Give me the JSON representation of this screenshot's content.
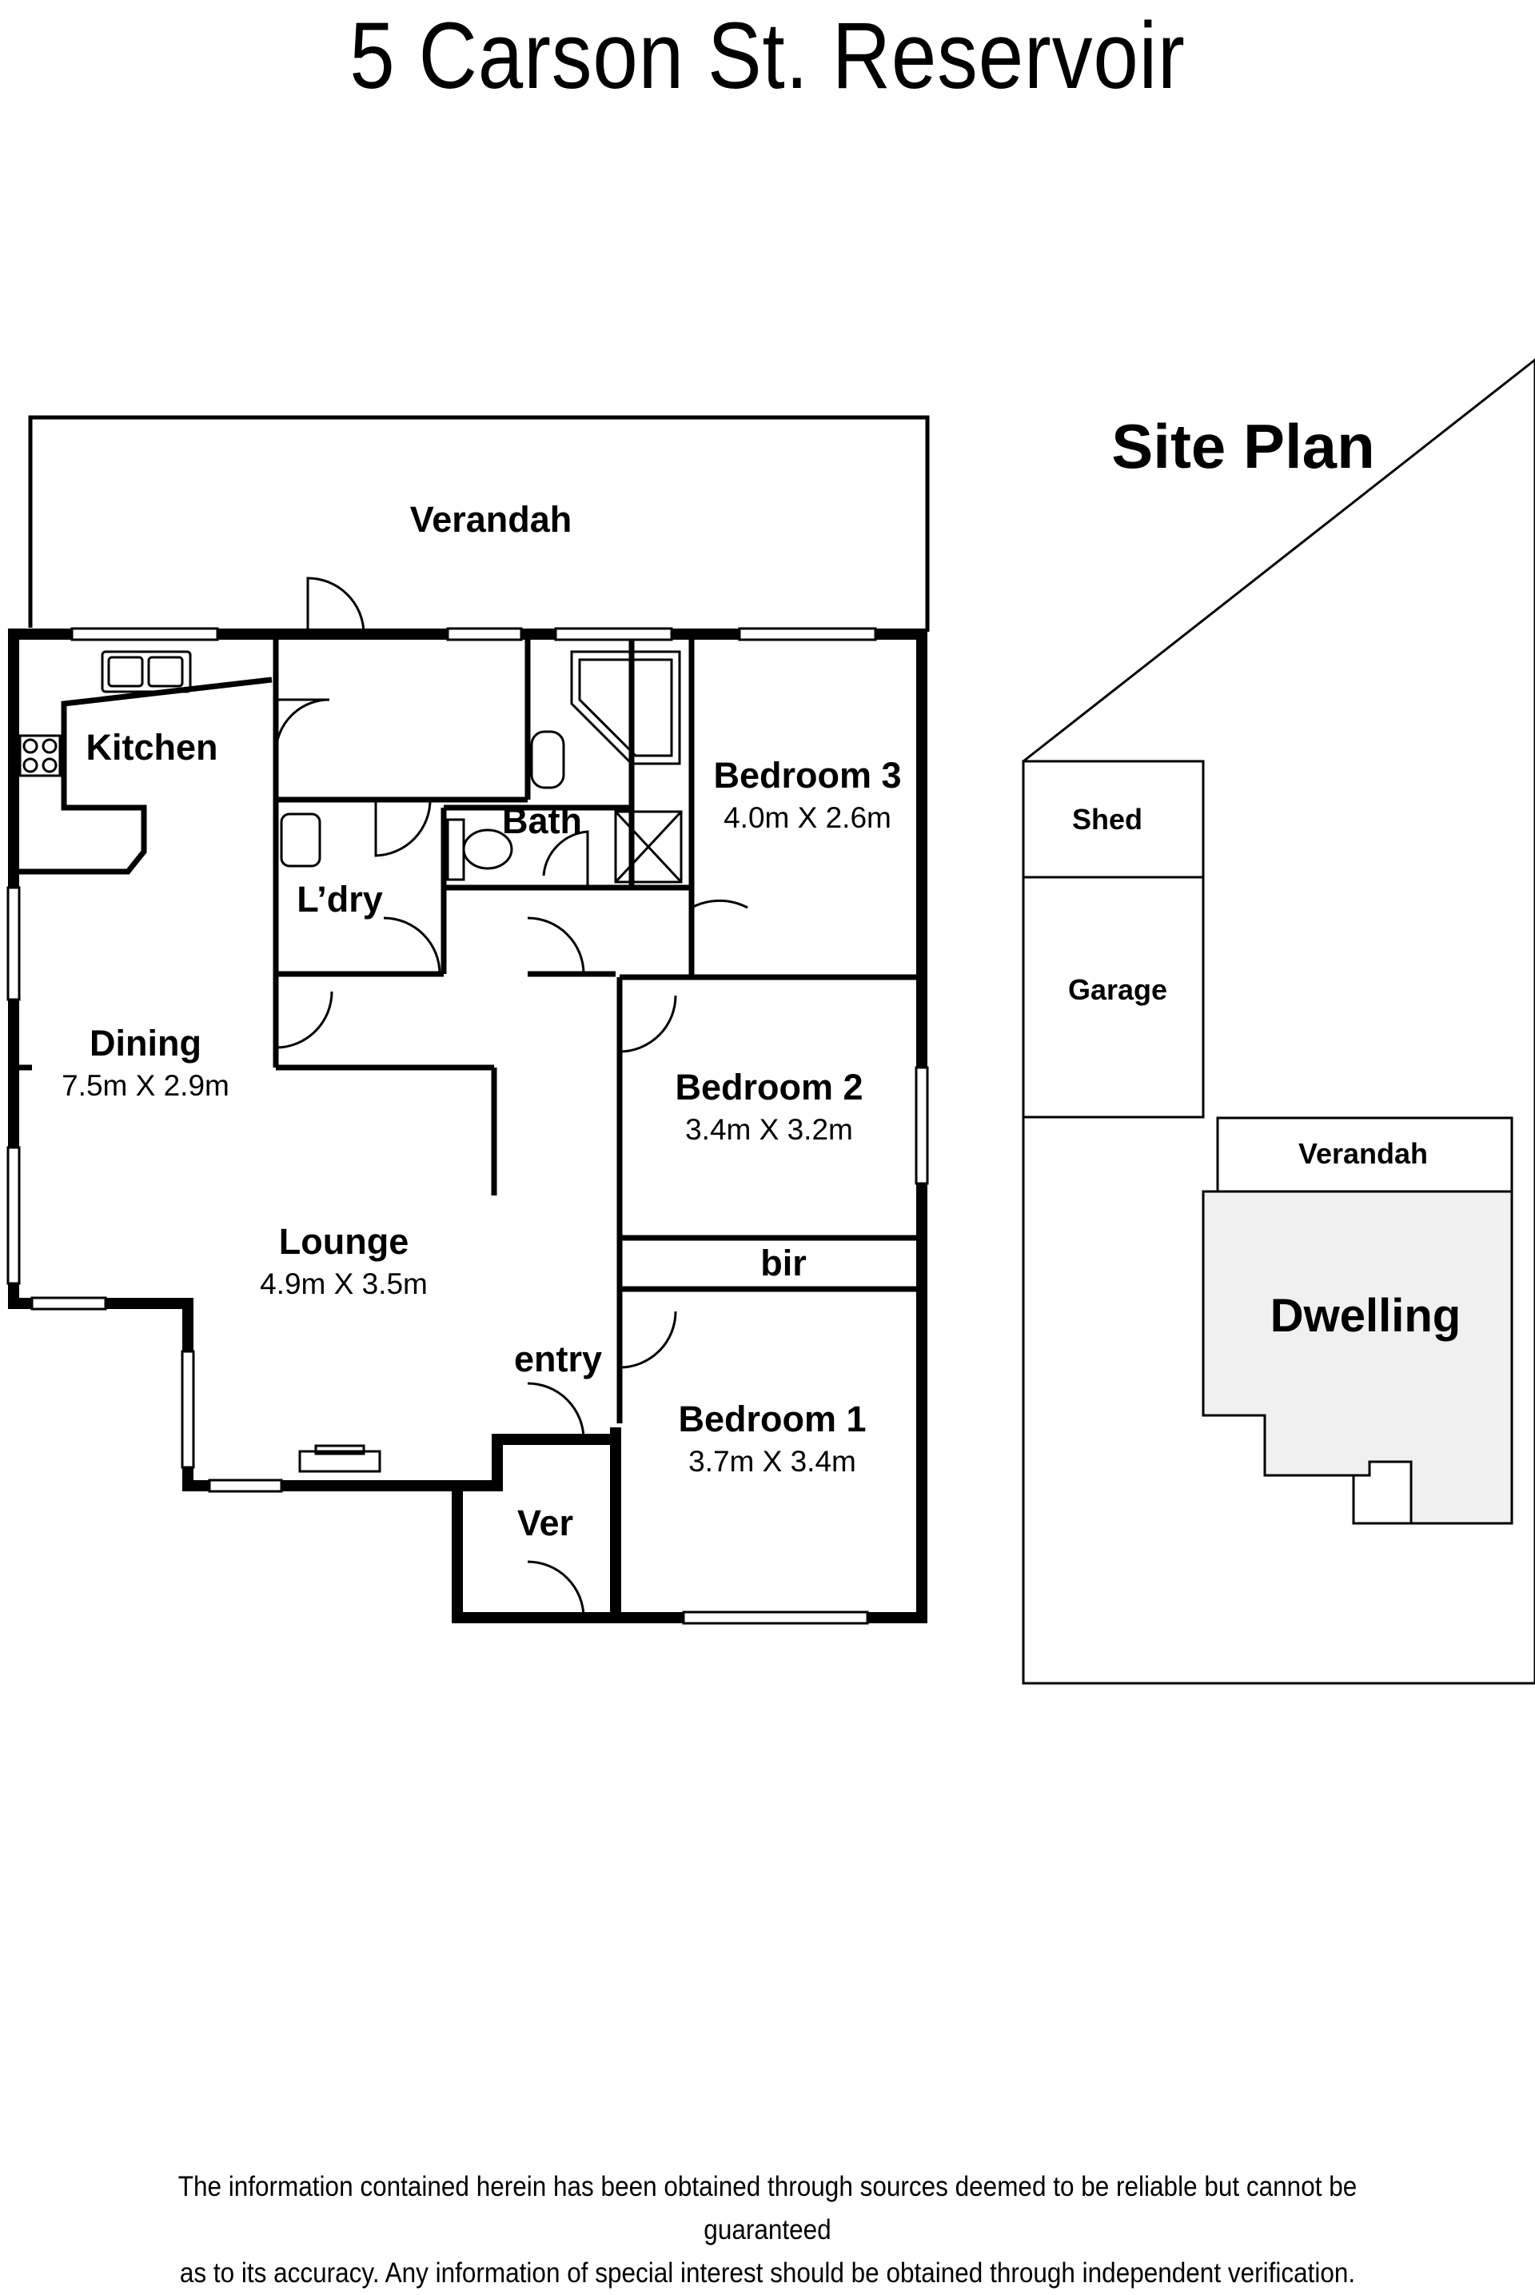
{
  "title": "5 Carson St. Reservoir",
  "floor_plan": {
    "rooms": [
      {
        "key": "verandah",
        "label": "Verandah",
        "dims": ""
      },
      {
        "key": "kitchen",
        "label": "Kitchen",
        "dims": ""
      },
      {
        "key": "bath",
        "label": "Bath",
        "dims": ""
      },
      {
        "key": "bedroom3",
        "label": "Bedroom 3",
        "dims": "4.0m X 2.6m"
      },
      {
        "key": "laundry",
        "label": "L’dry",
        "dims": ""
      },
      {
        "key": "dining",
        "label": "Dining",
        "dims": "7.5m X 2.9m"
      },
      {
        "key": "bedroom2",
        "label": "Bedroom 2",
        "dims": "3.4m X 3.2m"
      },
      {
        "key": "lounge",
        "label": "Lounge",
        "dims": "4.9m X 3.5m"
      },
      {
        "key": "bir",
        "label": "bir",
        "dims": ""
      },
      {
        "key": "entry",
        "label": "entry",
        "dims": ""
      },
      {
        "key": "bedroom1",
        "label": "Bedroom 1",
        "dims": "3.7m X 3.4m"
      },
      {
        "key": "ver",
        "label": "Ver",
        "dims": ""
      }
    ]
  },
  "site_plan": {
    "heading": "Site Plan",
    "labels": {
      "shed": "Shed",
      "garage": "Garage",
      "verandah": "Verandah",
      "dwelling": "Dwelling"
    },
    "dwelling_fill": "#f0f0f0"
  },
  "disclaimer": {
    "line1": "The information contained herein has been obtained through sources deemed to be reliable but cannot be guaranteed",
    "line2": "as to its accuracy.  Any information of special interest should be obtained through independent verification."
  }
}
